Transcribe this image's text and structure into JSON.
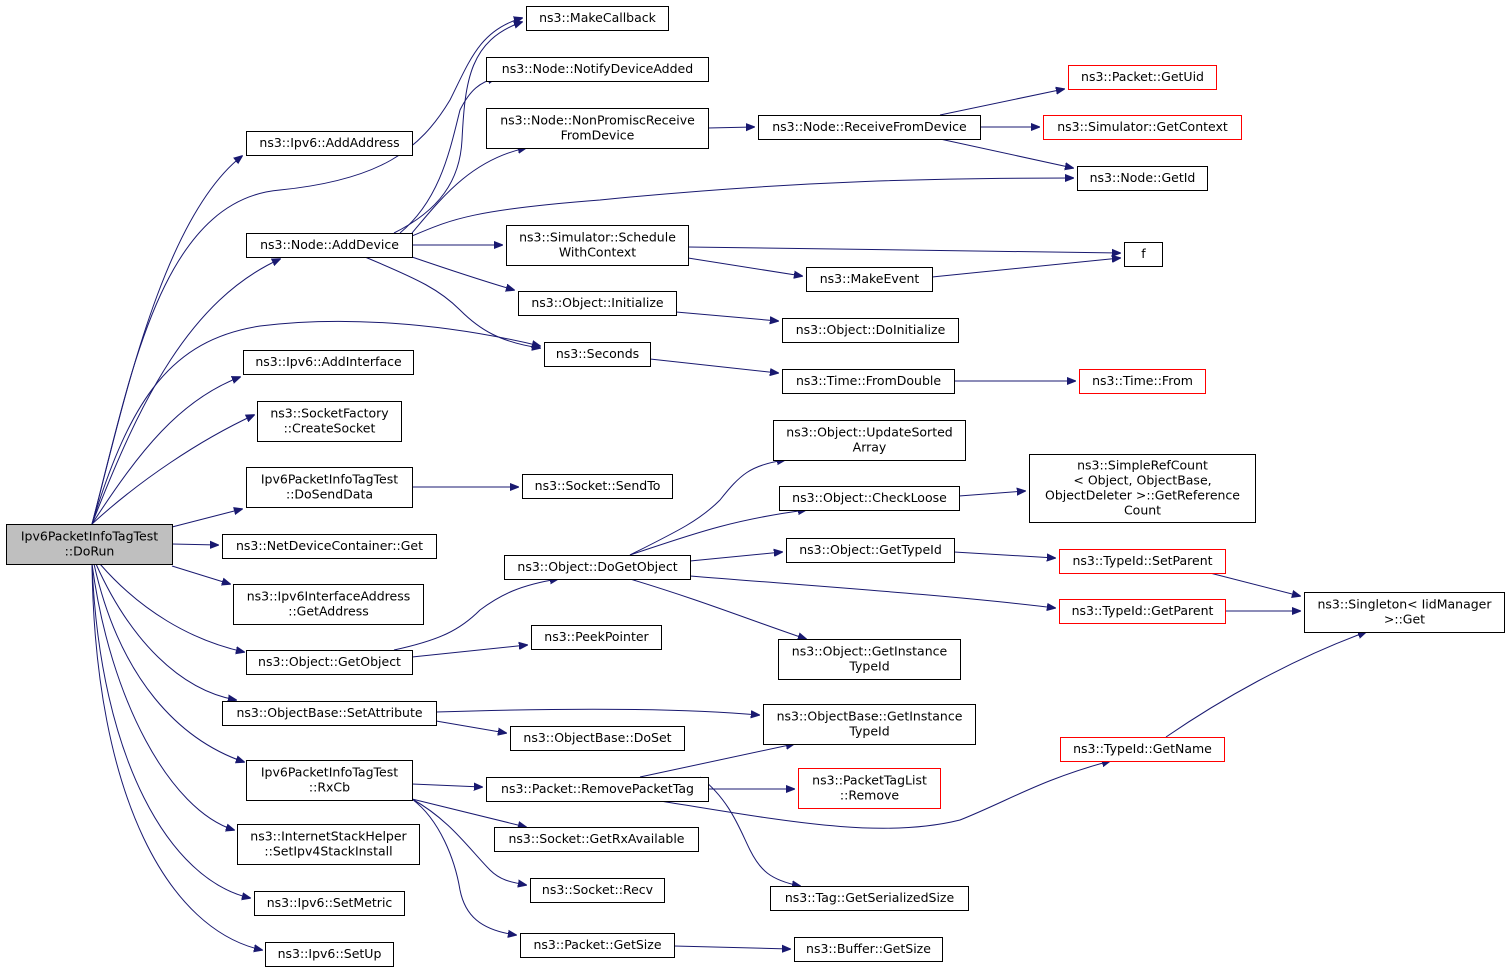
{
  "colors": {
    "edge": "#191970",
    "root_fill": "#bfbfbf",
    "external_border": "#ff0000",
    "node_border": "#000000"
  },
  "nodes": {
    "root": {
      "lines": [
        "Ipv6PacketInfoTagTest",
        "::DoRun"
      ]
    },
    "makeCallback": {
      "lines": [
        "ns3::MakeCallback"
      ]
    },
    "notifyDeviceAdded": {
      "lines": [
        "ns3::Node::NotifyDeviceAdded"
      ]
    },
    "nonPromisc": {
      "lines": [
        "ns3::Node::NonPromiscReceive",
        "FromDevice"
      ]
    },
    "receiveFromDevice": {
      "lines": [
        "ns3::Node::ReceiveFromDevice"
      ]
    },
    "packetGetUid": {
      "lines": [
        "ns3::Packet::GetUid"
      ],
      "external": true
    },
    "simGetContext": {
      "lines": [
        "ns3::Simulator::GetContext"
      ],
      "external": true
    },
    "nodeGetId": {
      "lines": [
        "ns3::Node::GetId"
      ]
    },
    "addAddress": {
      "lines": [
        "ns3::Ipv6::AddAddress"
      ]
    },
    "nodeAddDevice": {
      "lines": [
        "ns3::Node::AddDevice"
      ]
    },
    "scheduleWithCtx": {
      "lines": [
        "ns3::Simulator::Schedule",
        "WithContext"
      ]
    },
    "f": {
      "lines": [
        "f"
      ]
    },
    "makeEvent": {
      "lines": [
        "ns3::MakeEvent"
      ]
    },
    "objInitialize": {
      "lines": [
        "ns3::Object::Initialize"
      ]
    },
    "objDoInitialize": {
      "lines": [
        "ns3::Object::DoInitialize"
      ]
    },
    "seconds": {
      "lines": [
        "ns3::Seconds"
      ]
    },
    "timeFromDouble": {
      "lines": [
        "ns3::Time::FromDouble"
      ]
    },
    "timeFrom": {
      "lines": [
        "ns3::Time::From"
      ],
      "external": true
    },
    "addInterface": {
      "lines": [
        "ns3::Ipv6::AddInterface"
      ]
    },
    "createSocket": {
      "lines": [
        "ns3::SocketFactory",
        "::CreateSocket"
      ]
    },
    "updateSorted": {
      "lines": [
        "ns3::Object::UpdateSorted",
        "Array"
      ]
    },
    "doSendData": {
      "lines": [
        "Ipv6PacketInfoTagTest",
        "::DoSendData"
      ]
    },
    "socketSendTo": {
      "lines": [
        "ns3::Socket::SendTo"
      ]
    },
    "checkLoose": {
      "lines": [
        "ns3::Object::CheckLoose"
      ]
    },
    "simpleRefCount": {
      "lines": [
        "ns3::SimpleRefCount",
        "< Object, ObjectBase,",
        "ObjectDeleter >::GetReference",
        "Count"
      ]
    },
    "netDevGet": {
      "lines": [
        "ns3::NetDeviceContainer::Get"
      ]
    },
    "objGetTypeId": {
      "lines": [
        "ns3::Object::GetTypeId"
      ]
    },
    "typeIdSetParent": {
      "lines": [
        "ns3::TypeId::SetParent"
      ],
      "external": true
    },
    "objDoGetObject": {
      "lines": [
        "ns3::Object::DoGetObject"
      ]
    },
    "ifaceGetAddress": {
      "lines": [
        "ns3::Ipv6InterfaceAddress",
        "::GetAddress"
      ]
    },
    "typeIdGetParent": {
      "lines": [
        "ns3::TypeId::GetParent"
      ],
      "external": true
    },
    "singletonGet": {
      "lines": [
        "ns3::Singleton< IidManager",
        ">::Get"
      ]
    },
    "peekPointer": {
      "lines": [
        "ns3::PeekPointer"
      ]
    },
    "objGetInstance": {
      "lines": [
        "ns3::Object::GetInstance",
        "TypeId"
      ]
    },
    "objGetObject": {
      "lines": [
        "ns3::Object::GetObject"
      ]
    },
    "setAttribute": {
      "lines": [
        "ns3::ObjectBase::SetAttribute"
      ]
    },
    "obGetInstance": {
      "lines": [
        "ns3::ObjectBase::GetInstance",
        "TypeId"
      ]
    },
    "obDoSet": {
      "lines": [
        "ns3::ObjectBase::DoSet"
      ]
    },
    "typeIdGetName": {
      "lines": [
        "ns3::TypeId::GetName"
      ],
      "external": true
    },
    "rxCb": {
      "lines": [
        "Ipv6PacketInfoTagTest",
        "::RxCb"
      ]
    },
    "removePacketTag": {
      "lines": [
        "ns3::Packet::RemovePacketTag"
      ]
    },
    "tagListRemove": {
      "lines": [
        "ns3::PacketTagList",
        "::Remove"
      ],
      "external": true
    },
    "getRxAvailable": {
      "lines": [
        "ns3::Socket::GetRxAvailable"
      ]
    },
    "setIpv4Stack": {
      "lines": [
        "ns3::InternetStackHelper",
        "::SetIpv4StackInstall"
      ]
    },
    "socketRecv": {
      "lines": [
        "ns3::Socket::Recv"
      ]
    },
    "tagSerialized": {
      "lines": [
        "ns3::Tag::GetSerializedSize"
      ]
    },
    "setMetric": {
      "lines": [
        "ns3::Ipv6::SetMetric"
      ]
    },
    "packetGetSize": {
      "lines": [
        "ns3::Packet::GetSize"
      ]
    },
    "bufferGetSize": {
      "lines": [
        "ns3::Buffer::GetSize"
      ]
    },
    "setUp": {
      "lines": [
        "ns3::Ipv6::SetUp"
      ]
    }
  }
}
